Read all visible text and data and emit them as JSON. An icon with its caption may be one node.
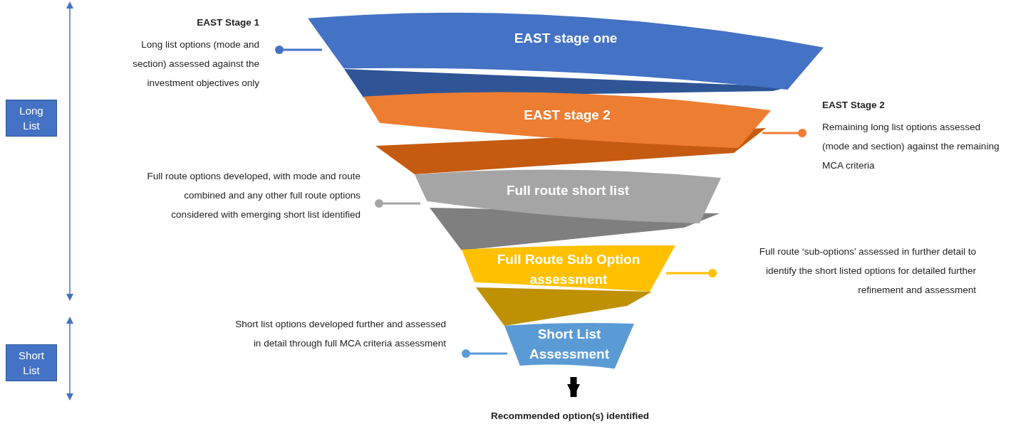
{
  "diagram": {
    "nodes": [
      {
        "text": [
          "EAST stage one"
        ]
      },
      {
        "text": [
          "EAST stage 2"
        ]
      },
      {
        "text": [
          "Full route short list"
        ]
      },
      {
        "text": [
          "Full Route Sub Option assessment"
        ]
      },
      {
        "text": [
          "Short List Assessment"
        ]
      },
      {
        "text": [
          "Recommended option(s) identified"
        ]
      },
      {
        "text": [
          "EAST Stage 1",
          "Long list options (mode and section) assessed against the investment objectives only"
        ]
      },
      {
        "text": [
          "EAST Stage 2",
          "Remaining long list options assessed (mode and section) against the remaining MCA criteria"
        ]
      },
      {
        "text": [
          "Full route options developed, with mode and route combined and any other full route options considered with emerging short list identified"
        ]
      },
      {
        "text": [
          "Full route ‘sub-options’ assessed in further detail to identify the short listed options for detailed further refinement and assessment"
        ]
      },
      {
        "text": [
          "Short list options developed further and assessed in detail through full MCA criteria assessment"
        ]
      },
      {
        "text": [
          "Long List"
        ]
      },
      {
        "text": [
          "Short List"
        ]
      }
    ],
    "edges": [
      {
        "from": 6,
        "to": 0,
        "arrow": "other",
        "color": "#4472c4"
      },
      {
        "from": 7,
        "to": 1,
        "arrow": "other",
        "color": "#ed7d31"
      },
      {
        "from": 8,
        "to": 2,
        "arrow": "other",
        "color": "#a5a5a5"
      },
      {
        "from": 9,
        "to": 3,
        "arrow": "other",
        "color": "#ffc000"
      },
      {
        "from": 10,
        "to": 4,
        "arrow": "other",
        "color": "#5b9bd5"
      },
      {
        "from": 4,
        "to": 5,
        "arrow": "to",
        "style": "thick",
        "color": "#000000"
      }
    ]
  }
}
